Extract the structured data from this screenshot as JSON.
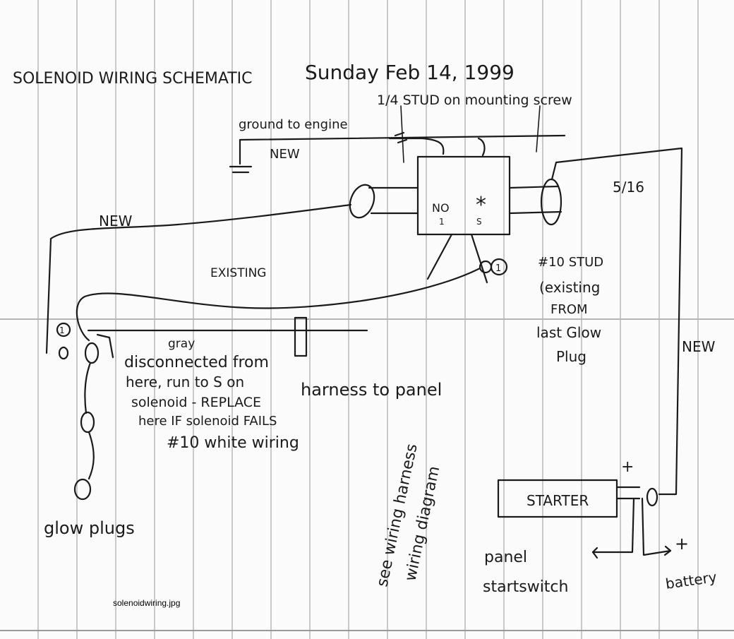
{
  "title": "SOLENOID WIRING SCHEMATIC",
  "date": "Sunday Feb 14, 1999",
  "labels": {
    "stud_quarter": "1/4 STUD on mounting screw",
    "ground": "ground to engine",
    "new_ground": "NEW",
    "new_left": "NEW",
    "new_right": "NEW",
    "existing": "EXISTING",
    "size": "5/16",
    "no": "NO",
    "one_small": "1",
    "s_small": "S",
    "asterisk": "*",
    "circled_one": "1",
    "stud_ten_1": "#10 STUD",
    "stud_ten_2": "(existing",
    "stud_ten_3": "FROM",
    "stud_ten_4": "last Glow",
    "stud_ten_5": "Plug",
    "terminal_one": "1",
    "gray": "gray",
    "disc_1": "disconnected from",
    "disc_2": "here, run to S on",
    "disc_3": "solenoid - REPLACE",
    "disc_4": "here IF solenoid FAILS",
    "disc_5": "#10 white wiring",
    "harness": "harness to panel",
    "see_1": "see wiring harness",
    "see_2": "wiring diagram",
    "glow": "glow plugs",
    "starter": "STARTER",
    "plus_top": "+",
    "plus_battery": "+",
    "panel_1": "panel",
    "panel_2": "startswitch",
    "battery": "battery",
    "caption": "solenoidwiring.jpg"
  }
}
